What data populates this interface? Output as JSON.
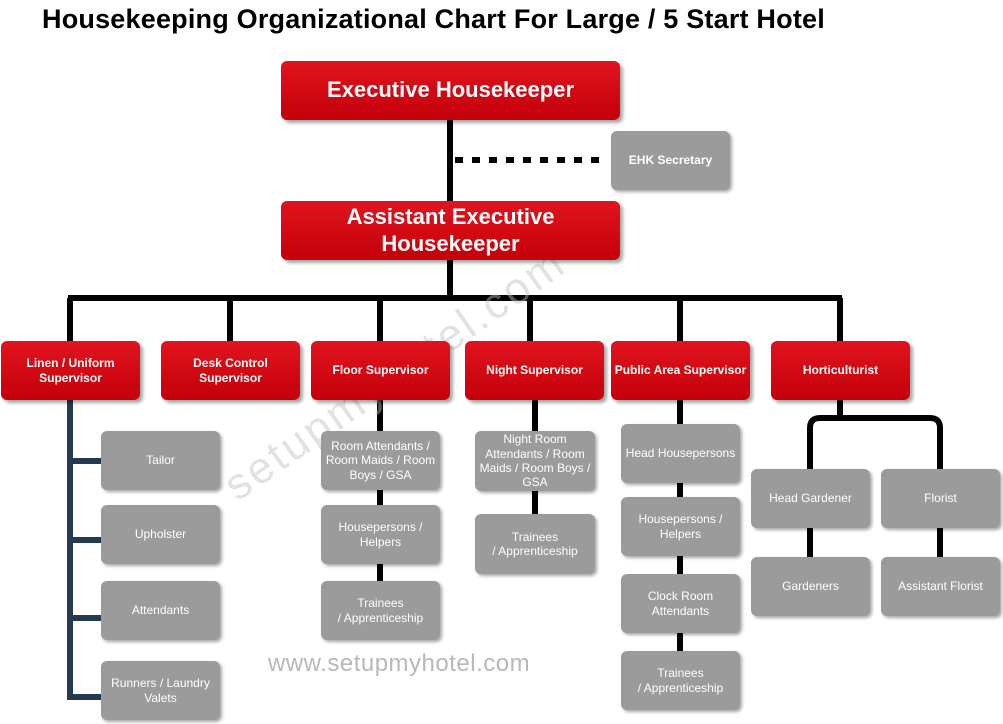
{
  "title": "Housekeeping Organizational Chart For Large / 5 Start Hotel",
  "top": {
    "executive": "Executive Housekeeper",
    "secretary": "EHK Secretary",
    "assistant_line1": "Assistant Executive",
    "assistant_line2": "Housekeeper"
  },
  "supervisors": {
    "linen": [
      "Linen / Uniform",
      "Supervisor"
    ],
    "desk": [
      "Desk Control",
      "Supervisor"
    ],
    "floor": "Floor Supervisor",
    "night": "Night Supervisor",
    "public": "Public Area Supervisor",
    "horti": "Horticulturist"
  },
  "linen_staff": {
    "tailor": "Tailor",
    "upholster": "Upholster",
    "attendants": "Attendants",
    "runners": [
      "Runners / Laundry",
      "Valets"
    ]
  },
  "floor_staff": {
    "room": [
      "Room Attendants /",
      "Room Maids / Room",
      "Boys / GSA"
    ],
    "house": [
      "Housepersons /",
      "Helpers"
    ],
    "trainees": [
      "Trainees",
      "/ Apprenticeship"
    ]
  },
  "night_staff": {
    "room": [
      "Night Room",
      "Attendants / Room",
      "Maids / Room Boys  /",
      "GSA"
    ],
    "trainees": [
      "Trainees",
      "/ Apprenticeship"
    ]
  },
  "public_staff": {
    "head": "Head Housepersons",
    "house": [
      "Housepersons /",
      "Helpers"
    ],
    "clock": [
      "Clock Room",
      "Attendants"
    ],
    "trainees": [
      "Trainees",
      "/ Apprenticeship"
    ]
  },
  "horti_staff": {
    "head_gardener": "Head Gardener",
    "florist": "Florist",
    "gardeners": "Gardeners",
    "assistant_florist": "Assistant Florist"
  },
  "watermark": "setupmyhotel.com",
  "url": "www.setupmyhotel.com",
  "colors": {
    "red": "#d4000f",
    "grey": "#9b9b9b",
    "connector": "#000000",
    "linen_connector": "#243a4f"
  }
}
